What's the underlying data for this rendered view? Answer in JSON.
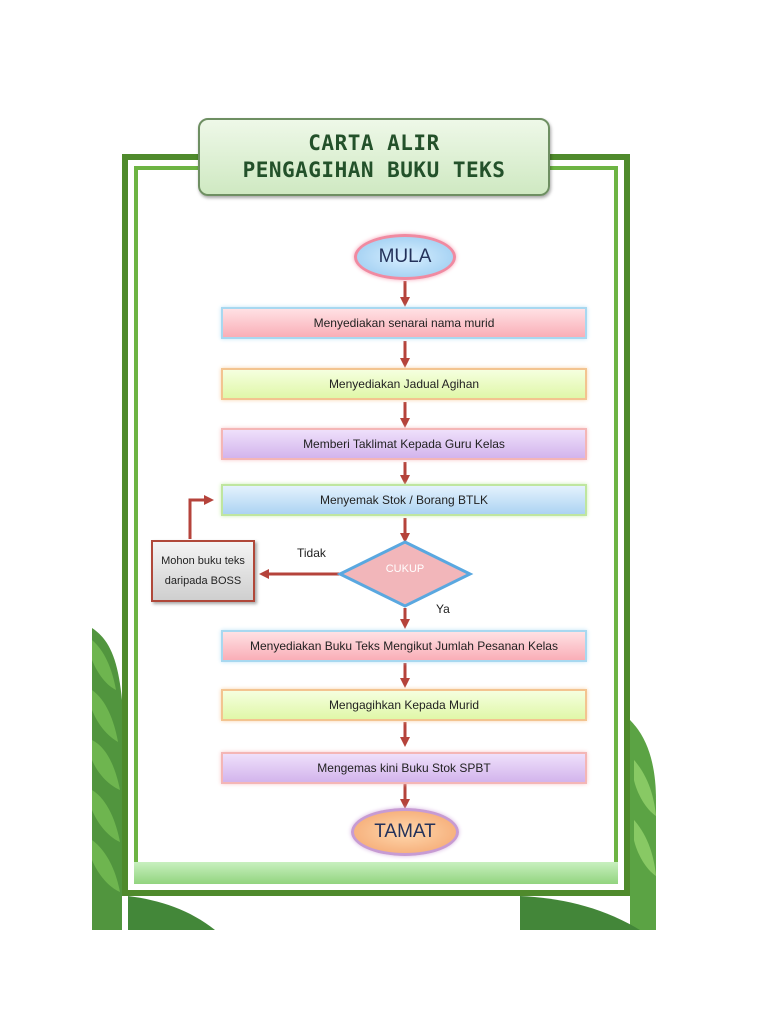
{
  "title": {
    "line1": "CARTA ALIR",
    "line2": "PENGAGIHAN BUKU TEKS"
  },
  "flow": {
    "start": "MULA",
    "steps": [
      "Menyediakan senarai nama murid",
      "Menyediakan Jadual Agihan",
      "Memberi Taklimat Kepada Guru Kelas",
      "Menyemak Stok / Borang BTLK"
    ],
    "decision": "CUKUP",
    "no_label": "Tidak",
    "yes_label": "Ya",
    "side_action": {
      "line1": "Mohon buku teks",
      "line2": "daripada BOSS"
    },
    "after_steps": [
      "Menyediakan Buku Teks Mengikut Jumlah Pesanan Kelas",
      "Mengagihkan Kepada Murid",
      "Mengemas kini Buku Stok SPBT"
    ],
    "end": "TAMAT"
  },
  "colors": {
    "frame": "#4f8a2c",
    "arrow": "#b5433b",
    "decision_fill": "#f2b6ba",
    "decision_border": "#5aa8e0"
  }
}
